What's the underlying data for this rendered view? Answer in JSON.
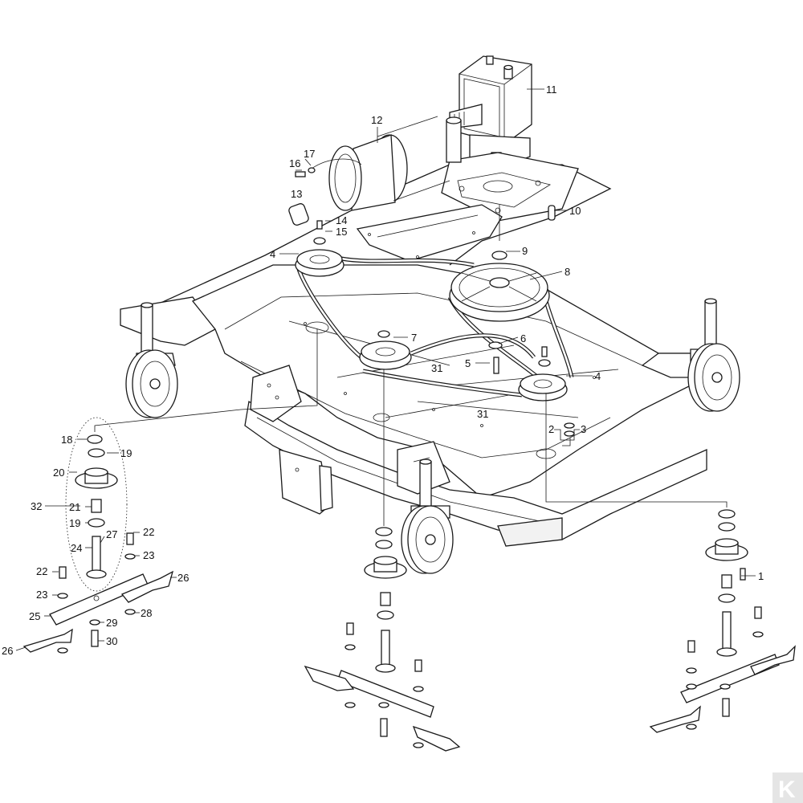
{
  "diagram": {
    "callouts": {
      "c1": "1",
      "c2": "2",
      "c3": "3",
      "c4a": "4",
      "c4b": "4",
      "c5": "5",
      "c6": "6",
      "c7": "7",
      "c8": "8",
      "c9": "9",
      "c10": "10",
      "c11": "11",
      "c12": "12",
      "c13": "13",
      "c14": "14",
      "c15": "15",
      "c16": "16",
      "c17": "17",
      "c18": "18",
      "c19a": "19",
      "c19b": "19",
      "c20": "20",
      "c21": "21",
      "c22a": "22",
      "c22b": "22",
      "c23a": "23",
      "c23b": "23",
      "c24": "24",
      "c25": "25",
      "c26a": "26",
      "c26b": "26",
      "c27": "27",
      "c28": "28",
      "c29": "29",
      "c30": "30",
      "c31a": "31",
      "c31b": "31",
      "c32": "32"
    },
    "logo_text": "K"
  },
  "colors": {
    "line": "#1a1a1a",
    "background": "#ffffff",
    "logo": "#e5e5e5"
  }
}
